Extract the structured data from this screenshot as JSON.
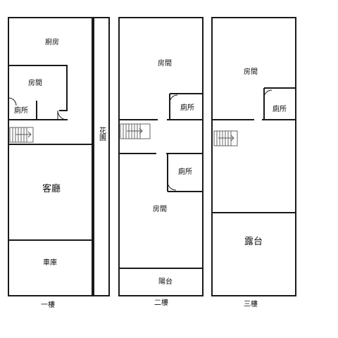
{
  "floors": {
    "first": {
      "name": "一樓",
      "rooms": {
        "kitchen": "廚房",
        "bedroom": "房間",
        "toilet": "廁所",
        "living_room": "客廳",
        "garage": "車庫",
        "garden": "花園"
      }
    },
    "second": {
      "name": "二樓",
      "rooms": {
        "bedroom_front": "房間",
        "toilet_front": "廁所",
        "toilet_rear": "廁所",
        "bedroom_rear": "房間",
        "balcony": "陽台"
      }
    },
    "third": {
      "name": "三樓",
      "rooms": {
        "bedroom": "房間",
        "toilet": "廁所",
        "terrace": "露台"
      }
    }
  }
}
